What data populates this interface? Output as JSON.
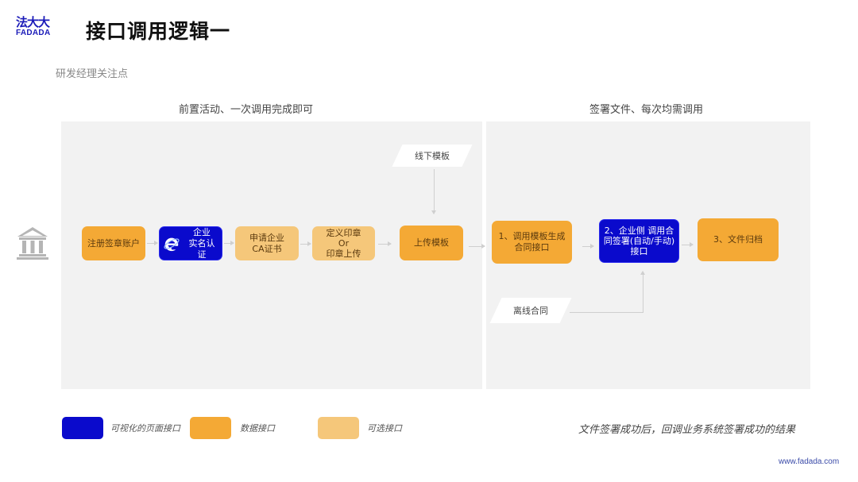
{
  "header": {
    "logo_cn": "法大大",
    "logo_en": "FADADA",
    "title": "接口调用逻辑一",
    "subtitle": "研发经理关注点"
  },
  "sections": {
    "pre": {
      "title": "前置活动、一次调用完成即可"
    },
    "sign": {
      "title": "签署文件、每次均需调用"
    }
  },
  "icons": {
    "bank": "bank-building-icon",
    "ie": "internet-explorer-icon"
  },
  "colors": {
    "visual_page_interface": "#0a0acc",
    "data_interface": "#f4a935",
    "optional_interface": "#f5c77a",
    "panel_bg": "#f2f2f2"
  },
  "flow_pre": [
    {
      "id": "register",
      "type": "data",
      "lines": [
        "注册签章账户"
      ]
    },
    {
      "id": "verify",
      "type": "visual",
      "lines": [
        "企业",
        "实名认证"
      ],
      "icon": "internet-explorer-icon"
    },
    {
      "id": "ca",
      "type": "optional",
      "lines": [
        "申请企业",
        "CA证书"
      ]
    },
    {
      "id": "seal",
      "type": "optional",
      "lines": [
        "定义印章",
        "Or",
        "印章上传"
      ]
    },
    {
      "id": "upload",
      "type": "data",
      "lines": [
        "上传模板"
      ]
    }
  ],
  "offline_template": "线下模板",
  "flow_sign": [
    {
      "id": "step1",
      "type": "data",
      "lines": [
        "1、调用模板生成",
        "合同接口"
      ]
    },
    {
      "id": "step2",
      "type": "visual",
      "lines": [
        "2、企业侧 调用合",
        "同签署(自动/手动)",
        "接口"
      ]
    },
    {
      "id": "step3",
      "type": "data",
      "lines": [
        "3、文件归档"
      ]
    }
  ],
  "offline_contract": "离线合同",
  "legend": [
    {
      "label": "可视化的页面接口",
      "color": "#0a0acc"
    },
    {
      "label": "数据接口",
      "color": "#f4a935"
    },
    {
      "label": "可选接口",
      "color": "#f5c77a"
    }
  ],
  "footnote": "文件签署成功后，回调业务系统签署成功的结果",
  "website": "www.fadada.com"
}
